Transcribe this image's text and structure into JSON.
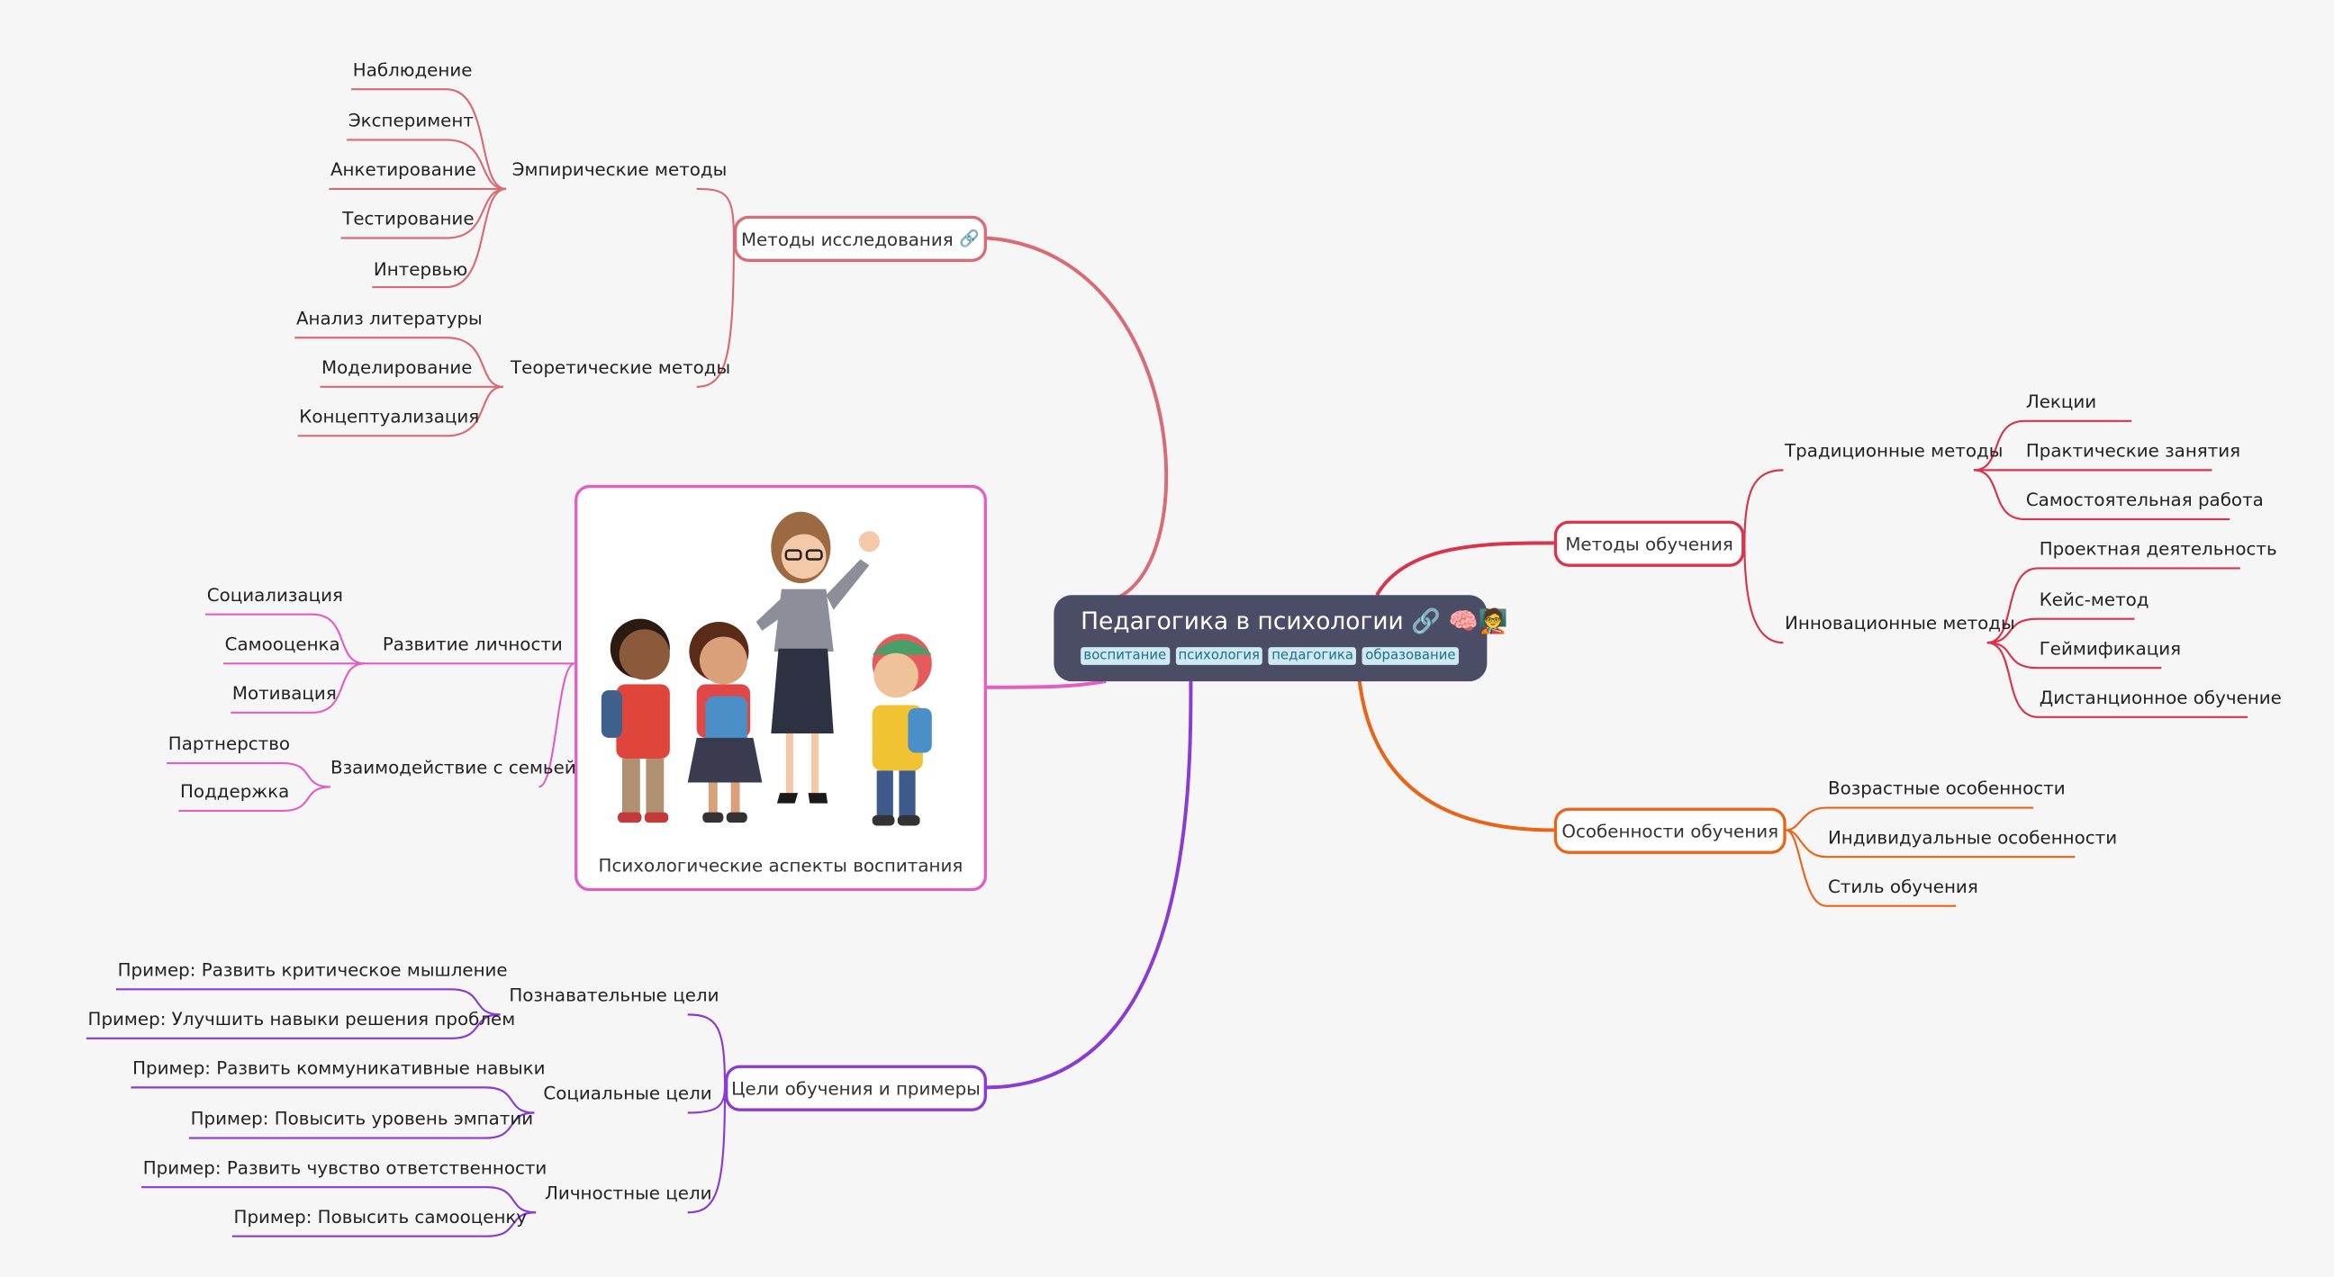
{
  "root": {
    "title": "Педагогика в психологии",
    "emoji": "🧠🧑‍🏫",
    "tags": [
      "воспитание",
      "психология",
      "педагогика",
      "образование"
    ]
  },
  "colors": {
    "research": "#d96b74",
    "image": "#e15fc4",
    "goals": "#8a3bd6",
    "methods": "#d8344c",
    "features": "#ea6418"
  },
  "research": {
    "label": "Методы исследования",
    "empirical": {
      "label": "Эмпирические методы",
      "items": [
        "Наблюдение",
        "Эксперимент",
        "Анкетирование",
        "Тестирование",
        "Интервью"
      ]
    },
    "theoretical": {
      "label": "Теоретические методы",
      "items": [
        "Анализ литературы",
        "Моделирование",
        "Концептуализация"
      ]
    }
  },
  "psych": {
    "caption": "Психологические аспекты воспитания",
    "personality": {
      "label": "Развитие личности",
      "items": [
        "Социализация",
        "Самооценка",
        "Мотивация"
      ]
    },
    "family": {
      "label": "Взаимодействие с семьей",
      "items": [
        "Партнерство",
        "Поддержка"
      ]
    }
  },
  "goals": {
    "label": "Цели обучения и примеры",
    "cognitive": {
      "label": "Познавательные цели",
      "items": [
        "Пример:  Развить критическое мышление",
        "Пример:  Улучшить навыки решения проблем"
      ]
    },
    "social": {
      "label": "Социальные цели",
      "items": [
        "Пример:  Развить коммуникативные навыки",
        "Пример:  Повысить уровень эмпатии"
      ]
    },
    "personal": {
      "label": "Личностные цели",
      "items": [
        "Пример:  Развить чувство ответственности",
        "Пример:  Повысить самооценку"
      ]
    }
  },
  "methods": {
    "label": "Методы обучения",
    "traditional": {
      "label": "Традиционные методы",
      "items": [
        "Лекции",
        "Практические занятия",
        "Самостоятельная работа"
      ]
    },
    "innovative": {
      "label": "Инновационные методы",
      "items": [
        "Проектная деятельность",
        "Кейс-метод",
        "Геймификация",
        "Дистанционное обучение"
      ]
    }
  },
  "features": {
    "label": "Особенности обучения",
    "items": [
      "Возрастные особенности",
      "Индивидуальные особенности",
      "Стиль обучения"
    ]
  }
}
